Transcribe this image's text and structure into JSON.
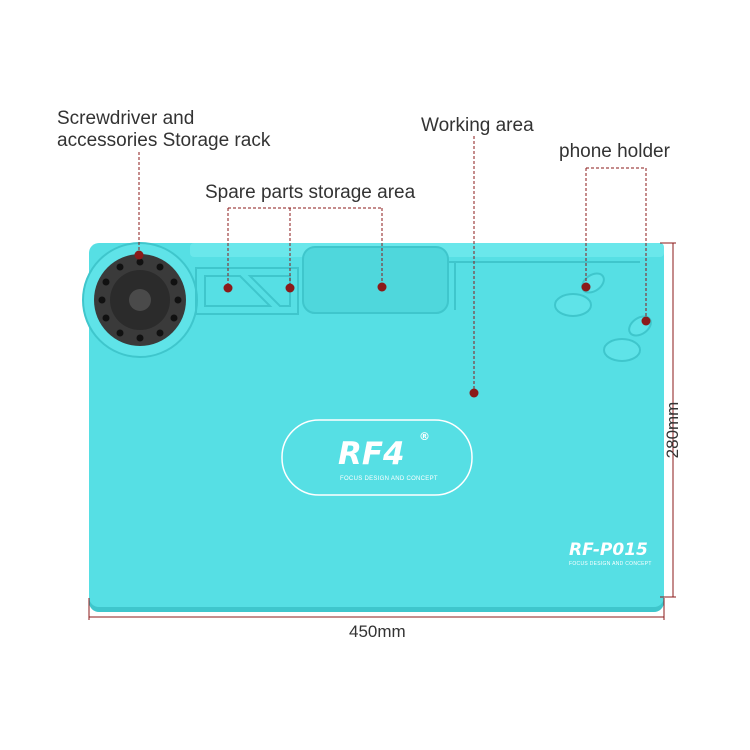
{
  "labels": {
    "screwdriver_line1": "Screwdriver and",
    "screwdriver_line2": "accessories Storage rack",
    "working_area": "Working area",
    "phone_holder": "phone holder",
    "spare_parts": "Spare parts storage area"
  },
  "dimensions": {
    "width": "450mm",
    "height": "280mm"
  },
  "branding": {
    "logo": "RF4",
    "registered": "®",
    "tagline": "FOCUS DESIGN AND CONCEPT",
    "model": "RF-P015",
    "model_tagline": "FOCUS DESIGN AND CONCEPT"
  },
  "colors": {
    "mat": "#56dfe4",
    "mat_edge": "#3fc6cc",
    "annotation": "#8b1a1a",
    "rack": "#3a3a3a"
  }
}
